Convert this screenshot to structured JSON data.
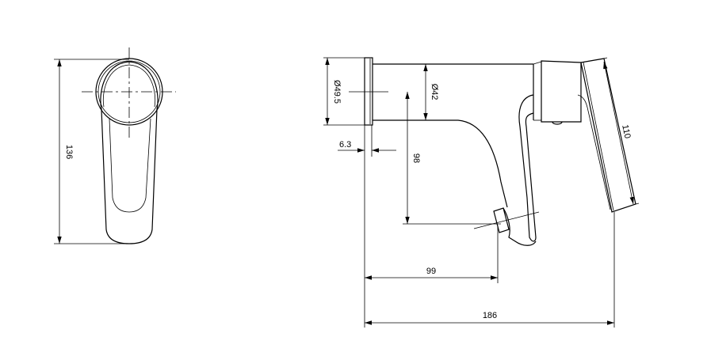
{
  "drawing": {
    "front_view": {
      "height_label": "136"
    },
    "side_view": {
      "flange_diameter_label": "Ø49.5",
      "body_diameter_label": "Ø42",
      "flange_thickness_label": "6.3",
      "spout_height_label": "98",
      "lever_length_label": "110",
      "spout_projection_label": "99",
      "overall_length_label": "186"
    },
    "line_color": "#000000",
    "background_color": "#ffffff"
  }
}
